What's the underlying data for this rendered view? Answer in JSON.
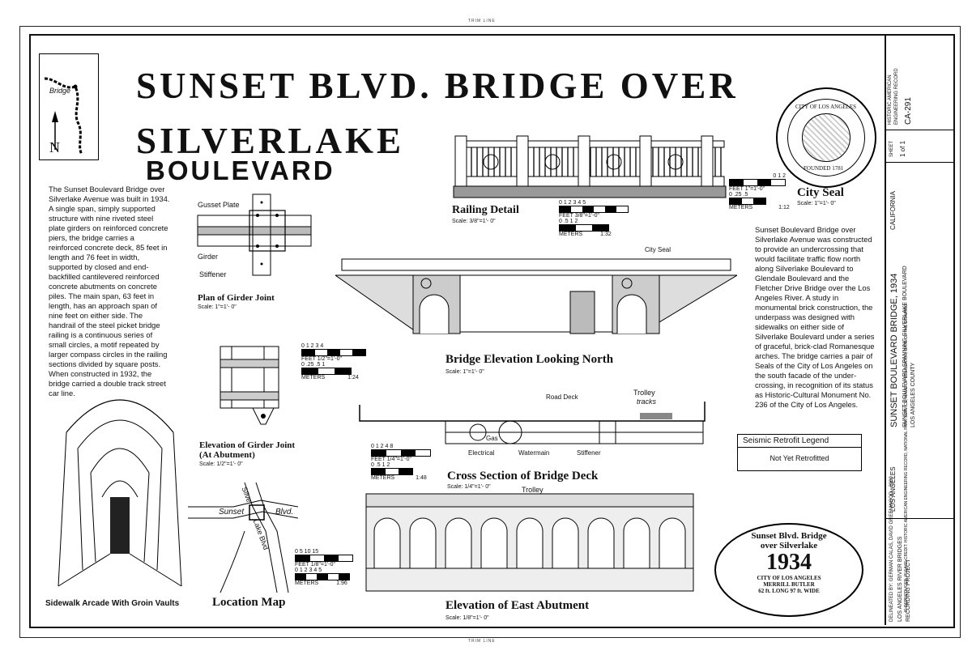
{
  "trim_line": "TRIM LINE",
  "title": {
    "line1": "SUNSET BLVD. BRIDGE OVER",
    "line2": "SILVERLAKE",
    "line3": "BOULEVARD"
  },
  "north_map": {
    "bridge_label": "Bridge",
    "north_letter": "N"
  },
  "intro_text": "The Sunset Boulevard Bridge over Silverlake Avenue was built in 1934. A single span, simply supported structure with nine riveted steel plate girders on reinforced concrete piers, the bridge carries a reinforced concrete deck, 85 feet in length and 76 feet in width, supported by closed and end-backfilled cantilevered reinforced concrete abutments on concrete piles. The main span, 63 feet in length, has an approach span of nine feet on either side. The handrail of the steel picket bridge railing is a continuous series of small circles, a motif repeated by larger compass circles in the railing sections divided by square posts. When constructed in 1932, the bridge carried a double track street car line.",
  "right_text": "Sunset Boulevard Bridge over Silverlake Avenue was constructed to provide an undercrossing that would facilitate traffic flow north along Silverlake Boulevard to Glendale Boulevard and the Fletcher Drive Bridge over the Los Angeles River. A study in monumental brick construction, the underpass was designed with sidewalks on either side of Silverlake Boulevard under a series of graceful, brick-clad Romanesque arches. The bridge carries a pair of Seals of the City of Los Angeles on the south facade of the under-crossing, in recognition of its status as Historic-Cultural Monument No. 236 of the City of Los Angeles.",
  "girder_plan": {
    "gusset": "Gusset Plate",
    "girder": "Girder",
    "stiffener": "Stiffener",
    "title": "Plan of Girder Joint",
    "scale": "Scale: 1\"=1'- 0\""
  },
  "girder_elev": {
    "title1": "Elevation of Girder Joint",
    "title2": "(At Abutment)",
    "scale": "Scale: 1/2\"=1'- 0\""
  },
  "railing": {
    "title": "Railing Detail",
    "scale": "Scale: 3/8\"=1'- 0\""
  },
  "seal": {
    "top_text": "CITY OF LOS ANGELES",
    "bottom_text": "FOUNDED 1781",
    "title": "City Seal",
    "scale": "Scale: 1\"=1'- 0\""
  },
  "elevation": {
    "city_seal": "City Seal",
    "title": "Bridge Elevation Looking North",
    "scale": "Scale: 1\"=1'- 0\""
  },
  "cross": {
    "road_deck": "Road Deck",
    "trolley": "Trolley",
    "tracks": "tracks",
    "gas": "Gas",
    "electrical": "Electrical",
    "watermain": "Watermain",
    "stiffener": "Stiffener",
    "title": "Cross Section of Bridge Deck",
    "scale": "Scale: 1/4\"=1'- 0\""
  },
  "abutment": {
    "trolley": "Trolley",
    "title": "Elevation of East Abutment",
    "scale": "Scale: 1/8\"=1'- 0\""
  },
  "arcade": {
    "title": "Sidewalk Arcade With Groin Vaults"
  },
  "location": {
    "silver": "Silver",
    "lake_blvd": "Lake Blvd",
    "sunset": "Sunset",
    "blvd": "Blvd.",
    "title": "Location Map"
  },
  "scales": {
    "s1": {
      "nums": "0 1 2",
      "feet": "FEET 1\"=1'-0\"",
      "nums2": "0 .25 .5",
      "meters": "METERS",
      "ratio": "1:12"
    },
    "s2": {
      "nums": "0 1 2 3 4 5",
      "feet": "FEET 3/8\"=1'-0\"",
      "nums2": "0 .5 1 2",
      "meters": "METERS",
      "ratio": "1:32"
    },
    "s3": {
      "nums": "0 1 2 3 4",
      "feet": "FEET 1/2\"=1'-0\"",
      "nums2": "0 .25 .5 1",
      "meters": "METERS",
      "ratio": "1:24"
    },
    "s4": {
      "nums": "0 1 2 4 8",
      "feet": "FEET 1/4\"=1'-0\"",
      "nums2": "0 .5 1 2",
      "meters": "METERS",
      "ratio": "1:48"
    },
    "s5": {
      "nums": "0 5 10 15",
      "feet": "FEET 1/8\"=1'-0\"",
      "nums2": "0 1 2 3 4 5",
      "meters": "METERS",
      "ratio": "1:96"
    }
  },
  "retrofit": {
    "title": "Seismic Retrofit Legend",
    "value": "Not Yet Retrofitted"
  },
  "plaque": {
    "line1": "Sunset Blvd. Bridge",
    "line2": "over Silverlake",
    "year": "1934",
    "line3": "CITY OF LOS ANGELES",
    "line4": "MERRILL BUTLER",
    "line5": "62 ft. LONG 97 ft. WIDE"
  },
  "title_block": {
    "haer1": "HISTORIC AMERICAN",
    "haer2": "ENGINEERING RECORD",
    "ca": "CA-291",
    "sheet": "SHEET",
    "sheet_no": "1 of 1",
    "main": "SUNSET BOULEVARD BRIDGE, 1934",
    "sub": "SUNSET BOULEVARD SPANNING SILVERLAKE BOULEVARD",
    "county": "LOS ANGELES COUNTY",
    "state": "CALIFORNIA",
    "city": "LOS ANGELES",
    "credit": "IF REPRODUCED, PLEASE CREDIT: HISTORIC AMERICAN ENGINEERING RECORD, NATIONAL PARK SERVICE, NAME OF DELINEATOR, DATE OF THE DRAWING",
    "delineated": "DELINEATED BY: GERMAN CALAS, DAVID GREENWOOD - 2000",
    "project1": "LOS ANGELES RIVER BRIDGES",
    "project2": "RECORDING PROJECT"
  }
}
